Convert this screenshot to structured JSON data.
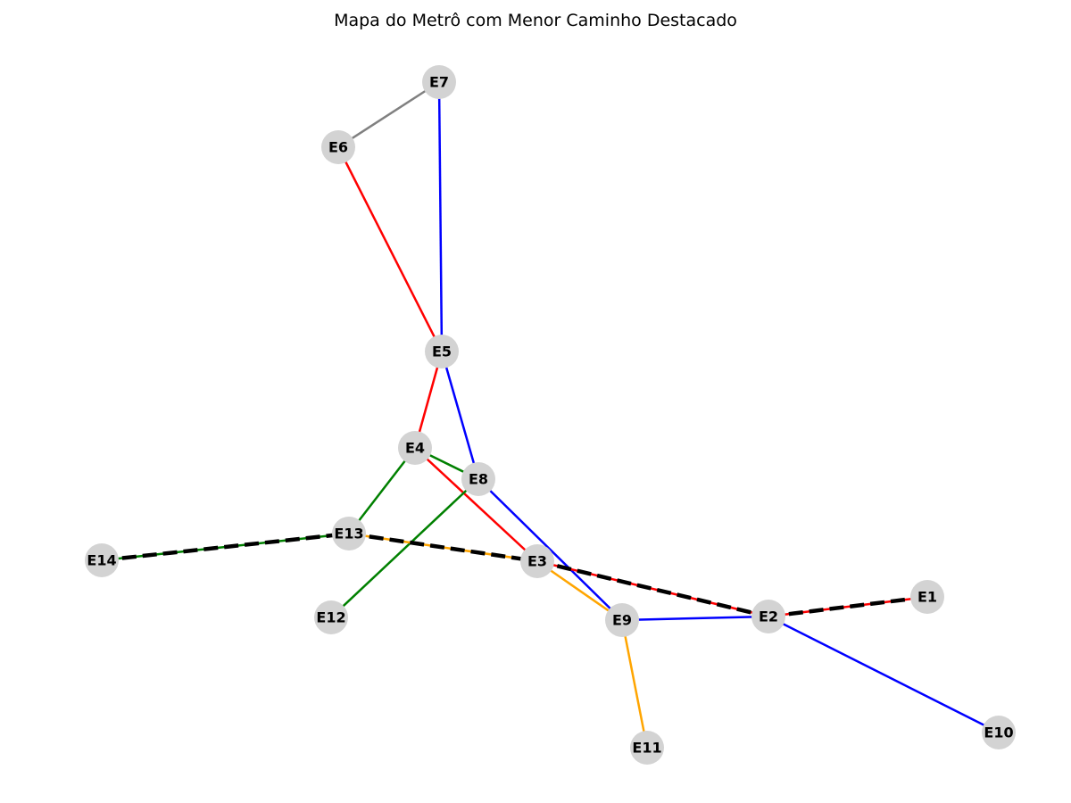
{
  "title": "Mapa do Metrô com Menor Caminho Destacado",
  "colors": {
    "node_fill": "#d3d3d3",
    "path_highlight": "#000000",
    "red": "#ff0000",
    "blue": "#0000ff",
    "green": "#008000",
    "orange": "#ffa500",
    "gray": "#808080"
  },
  "nodes": [
    {
      "id": "E1",
      "label": "E1"
    },
    {
      "id": "E2",
      "label": "E2"
    },
    {
      "id": "E3",
      "label": "E3"
    },
    {
      "id": "E4",
      "label": "E4"
    },
    {
      "id": "E5",
      "label": "E5"
    },
    {
      "id": "E6",
      "label": "E6"
    },
    {
      "id": "E7",
      "label": "E7"
    },
    {
      "id": "E8",
      "label": "E8"
    },
    {
      "id": "E9",
      "label": "E9"
    },
    {
      "id": "E10",
      "label": "E10"
    },
    {
      "id": "E11",
      "label": "E11"
    },
    {
      "id": "E12",
      "label": "E12"
    },
    {
      "id": "E13",
      "label": "E13"
    },
    {
      "id": "E14",
      "label": "E14"
    }
  ],
  "edges": [
    {
      "source": "E7",
      "target": "E6",
      "line": "gray"
    },
    {
      "source": "E7",
      "target": "E5",
      "line": "blue"
    },
    {
      "source": "E6",
      "target": "E5",
      "line": "red"
    },
    {
      "source": "E5",
      "target": "E4",
      "line": "red"
    },
    {
      "source": "E5",
      "target": "E8",
      "line": "blue"
    },
    {
      "source": "E4",
      "target": "E8",
      "line": "green"
    },
    {
      "source": "E4",
      "target": "E13",
      "line": "green"
    },
    {
      "source": "E4",
      "target": "E3",
      "line": "red"
    },
    {
      "source": "E8",
      "target": "E9",
      "line": "blue"
    },
    {
      "source": "E8",
      "target": "E12",
      "line": "green"
    },
    {
      "source": "E13",
      "target": "E14",
      "line": "green"
    },
    {
      "source": "E13",
      "target": "E3",
      "line": "orange"
    },
    {
      "source": "E3",
      "target": "E9",
      "line": "orange"
    },
    {
      "source": "E3",
      "target": "E2",
      "line": "red"
    },
    {
      "source": "E9",
      "target": "E2",
      "line": "blue"
    },
    {
      "source": "E9",
      "target": "E11",
      "line": "orange"
    },
    {
      "source": "E2",
      "target": "E1",
      "line": "red"
    },
    {
      "source": "E2",
      "target": "E10",
      "line": "blue"
    }
  ],
  "shortest_path": [
    "E14",
    "E13",
    "E3",
    "E2",
    "E1"
  ]
}
